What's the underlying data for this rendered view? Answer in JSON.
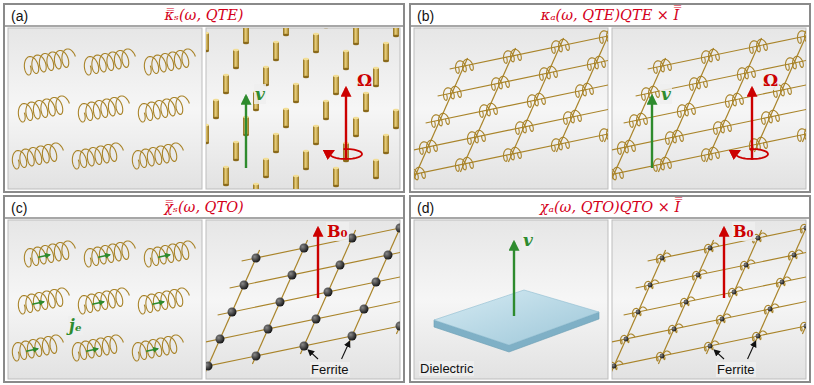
{
  "diagram": {
    "nodes": [
      {
        "text": [
          "(a)",
          "κ̿ₛ(ω, QTE)"
        ]
      },
      {
        "text": [
          "(b)",
          "κₐ(ω, QTE)QTE × I̿"
        ]
      },
      {
        "text": [
          "(c)",
          "χ̿ₛ(ω, QTO)"
        ]
      },
      {
        "text": [
          "(d)",
          "χₐ(ω, QTO)QTO × I̿"
        ]
      }
    ],
    "labels": [
      "v",
      "Ω",
      "v",
      "Ω",
      "jₑ",
      "B₀",
      "Ferrite",
      "v",
      "Dielectric",
      "B₀",
      "Ferrite"
    ]
  }
}
